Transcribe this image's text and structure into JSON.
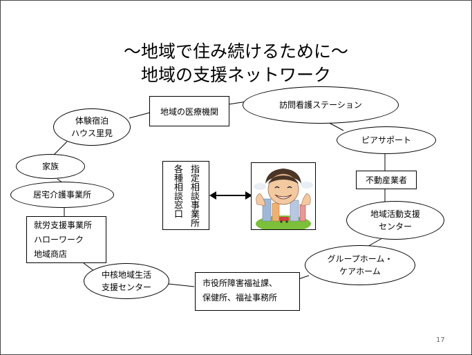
{
  "title": {
    "line1": "～地域で住み続けるために～",
    "line2": "地域の支援ネットワーク"
  },
  "nodes": {
    "medical": "地域の医療機関",
    "visiting_nursing": "訪問看護ステーション",
    "peer_support": "ピアサポート",
    "real_estate": "不動産業者",
    "activity_center": {
      "line1": "地域活動支援",
      "line2": "センター"
    },
    "group_home": {
      "line1": "グループホーム・",
      "line2": "ケアホーム"
    },
    "city_hall": {
      "line1": "市役所障害福祉課、",
      "line2": "保健所、福祉事務所"
    },
    "core_center": {
      "line1": "中核地域生活",
      "line2": "支援センター"
    },
    "work_support": {
      "line1": "就労支援事業所",
      "line2": "ハローワーク",
      "line3": "地域商店"
    },
    "home_care": "居宅介護事業所",
    "family": "家族",
    "experience_stay": {
      "line1": "体験宿泊",
      "line2": "ハウス里見"
    }
  },
  "center": {
    "consult_col1": "指定相談事業所",
    "consult_col2": "各種相談窓口"
  },
  "icons": {
    "person": "smiling-person-with-city-icon",
    "arrow": "double-headed-arrow-icon"
  },
  "page_number": "17"
}
